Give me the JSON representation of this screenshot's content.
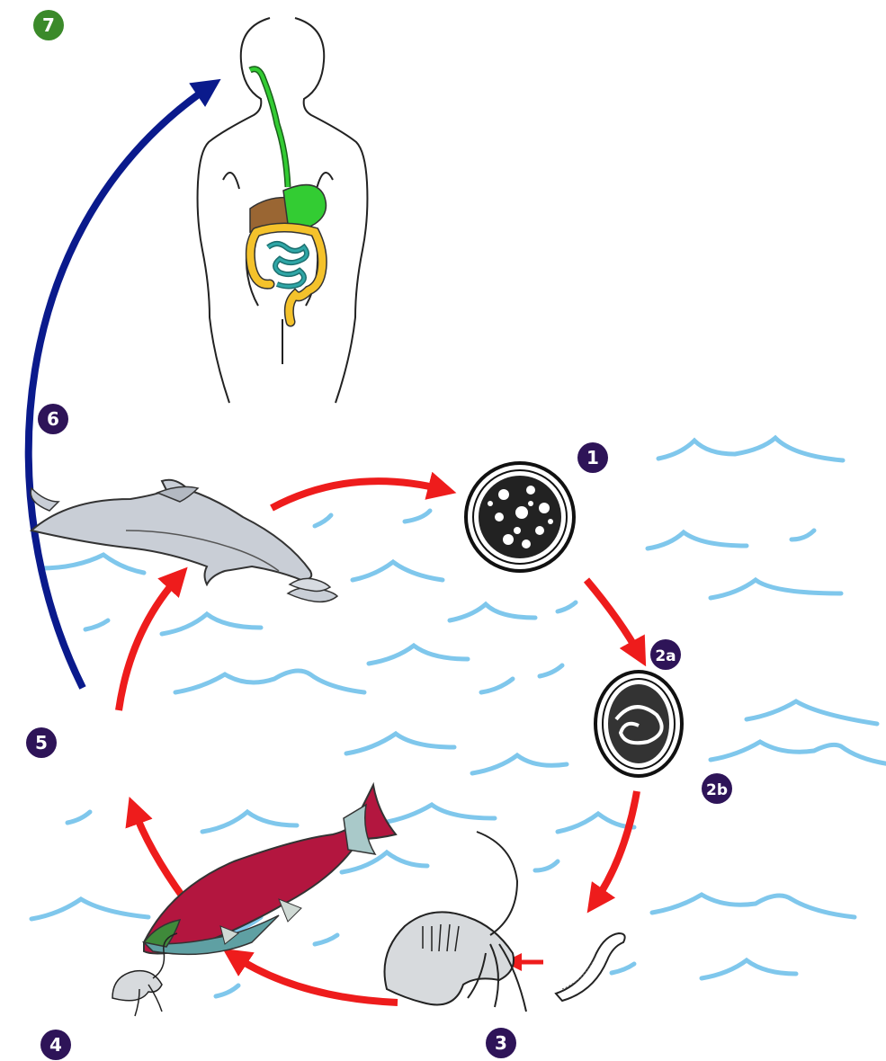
{
  "colors": {
    "background": "#ffffff",
    "wave": "#7fc7ec",
    "cycle_arrow": "#ee1c1c",
    "human_arrow": "#0a1a8c",
    "badge": "#2e1458",
    "badge_human": "#3b8a2a",
    "gut_green": "#33cc33",
    "gut_yellow": "#f4c22b",
    "gut_teal": "#2fa7a7",
    "liver": "#9a6633",
    "salmon_red": "#b3163f",
    "dolphin_gray": "#c9ced6"
  },
  "steps": {
    "s1": "1",
    "s2a": "2a",
    "s2b": "2b",
    "s3": "3",
    "s4": "4",
    "s5": "5",
    "s6": "6",
    "s7": "7"
  },
  "icons": {
    "human": "human-digestive-tract-icon",
    "egg": "unembryonated-egg-icon",
    "egg_larva": "embryonated-egg-icon",
    "larva": "free-larva-icon",
    "crustacean": "crustacean-icon",
    "fish": "salmon-icon",
    "dolphin": "dolphin-icon",
    "small_fish": "small-fish-icon"
  }
}
